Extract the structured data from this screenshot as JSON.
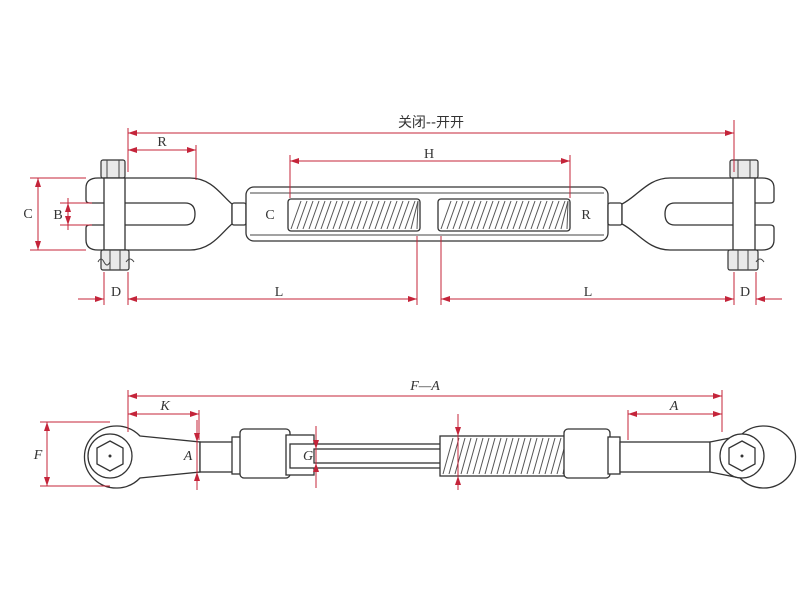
{
  "colors": {
    "dimension_line": "#c4243a",
    "outline": "#333333",
    "background": "#ffffff"
  },
  "top_view": {
    "overall_label": "关闭--开开",
    "labels": {
      "R_left": "R",
      "H": "H",
      "C_outer": "C",
      "B": "B",
      "C_body": "C",
      "R_body": "R",
      "D_left": "D",
      "L_left": "L",
      "L_right": "L",
      "D_right": "D"
    }
  },
  "bottom_view": {
    "overall_label": "F—A",
    "labels": {
      "K": "K",
      "A_right": "A",
      "F": "F",
      "A_vertical": "A",
      "G": "G"
    }
  }
}
